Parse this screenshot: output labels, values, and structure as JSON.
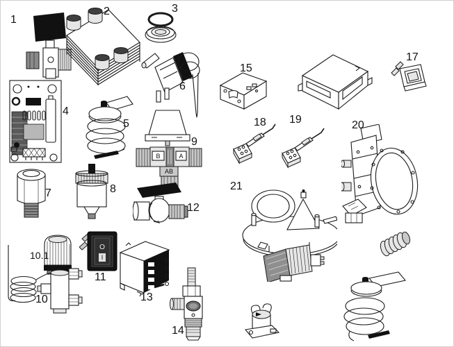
{
  "diagram": {
    "type": "exploded-parts-diagram",
    "description": "boiler spare parts line diagram with numbered components",
    "background_color": "#ffffff",
    "line_color": "#1a1a1a",
    "label_color": "#111111",
    "parts": {
      "p1": {
        "label": "1",
        "name": "pressure-switch"
      },
      "p2": {
        "label": "2",
        "name": "plate-heat-exchanger"
      },
      "p3": {
        "label": "3",
        "name": "o-ring-and-seal"
      },
      "p4": {
        "label": "4",
        "name": "control-pcb"
      },
      "p5": {
        "label": "5",
        "name": "flow-sensor-with-spring"
      },
      "p6": {
        "label": "6",
        "name": "thermostat-with-capillary"
      },
      "p7": {
        "label": "7",
        "name": "air-vent-plug"
      },
      "p8": {
        "label": "8",
        "name": "automatic-air-vent"
      },
      "p9": {
        "label": "9",
        "name": "three-way-valve-with-actuator",
        "ports": {
          "b": "B",
          "a": "A",
          "ab": "AB"
        }
      },
      "p10": {
        "label": "10",
        "name": "valve-with-capillary-coil"
      },
      "p10_1": {
        "label": "10.1",
        "name": "thermostatic-head"
      },
      "p11": {
        "label": "11",
        "name": "rocker-switch",
        "symbols": {
          "off": "O",
          "on": "I"
        }
      },
      "p12": {
        "label": "12",
        "name": "ball-valve"
      },
      "p13": {
        "label": "13",
        "name": "relay-connector-block"
      },
      "p14": {
        "label": "14",
        "name": "fill-valve"
      },
      "p15": {
        "label": "15",
        "name": "ignition-transformer-box"
      },
      "p17": {
        "label": "17",
        "name": "push-button-switch"
      },
      "p18": {
        "label": "18",
        "name": "ignition-electrode"
      },
      "p19": {
        "label": "19",
        "name": "detection-electrode"
      },
      "p20": {
        "label": "20",
        "name": "gas-valve"
      },
      "p21": {
        "label": "21",
        "name": "fan-venturi-assembly"
      }
    },
    "unlabeled_parts": [
      "control-unit-box",
      "limit-thermostat-clip",
      "ribbed-spring-fitting",
      "flow-sensor-with-coil"
    ]
  }
}
